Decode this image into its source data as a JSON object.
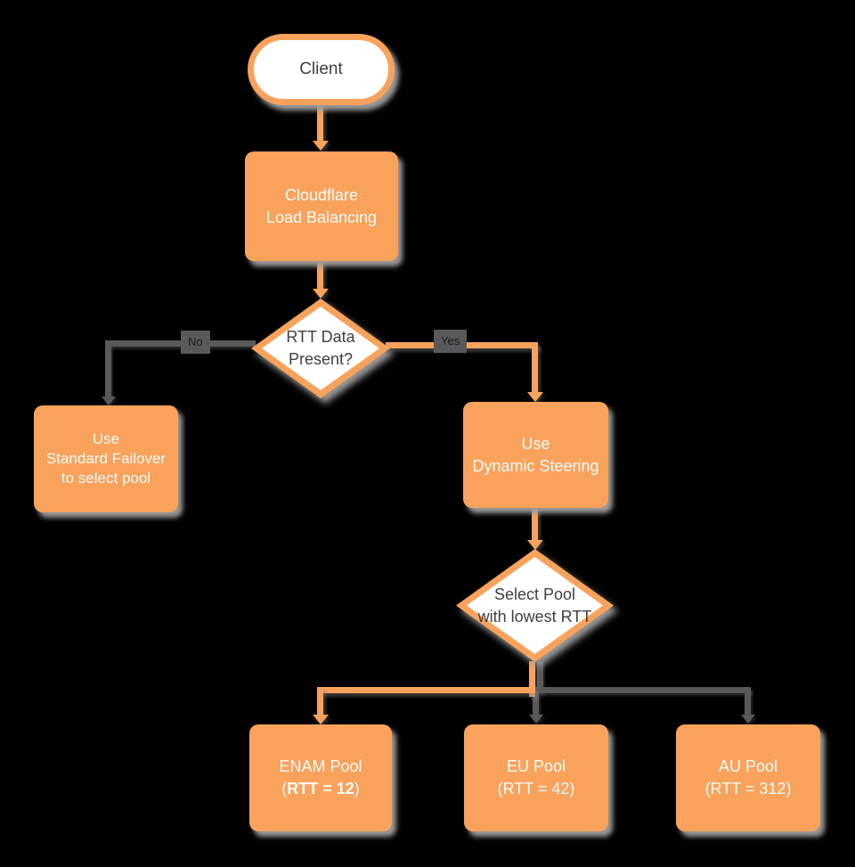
{
  "colors": {
    "background": "#000000",
    "orange": "#F9A25C",
    "gray_connector": "#58595B",
    "white_fill": "#FFFFFF",
    "dark_text": "#3F3F3F",
    "light_text": "#FDFCF8",
    "edge_label_bg": "#58595B",
    "edge_label_text": "#1B1B1B",
    "shadow": "#9A9A9A"
  },
  "nodes": {
    "client": {
      "label": "Client"
    },
    "load_balancing": {
      "lines": [
        "Cloudflare",
        "Load Balancing"
      ]
    },
    "rtt_decision": {
      "lines": [
        "RTT Data",
        "Present?"
      ]
    },
    "standard_failover": {
      "lines": [
        "Use",
        "Standard Failover",
        "to select pool"
      ]
    },
    "dynamic_steering": {
      "lines": [
        "Use",
        "Dynamic Steering"
      ]
    },
    "select_pool": {
      "lines": [
        "Select Pool",
        "with lowest RTT"
      ]
    },
    "enam_pool": {
      "line1": "ENAM Pool",
      "rtt_open": "(",
      "rtt_value": "RTT = 12",
      "rtt_close": ")"
    },
    "eu_pool": {
      "line1": "EU Pool",
      "line2": "(RTT = 42)"
    },
    "au_pool": {
      "line1": "AU Pool",
      "line2": "(RTT = 312)"
    }
  },
  "edge_labels": {
    "no": "No",
    "yes": "Yes"
  }
}
